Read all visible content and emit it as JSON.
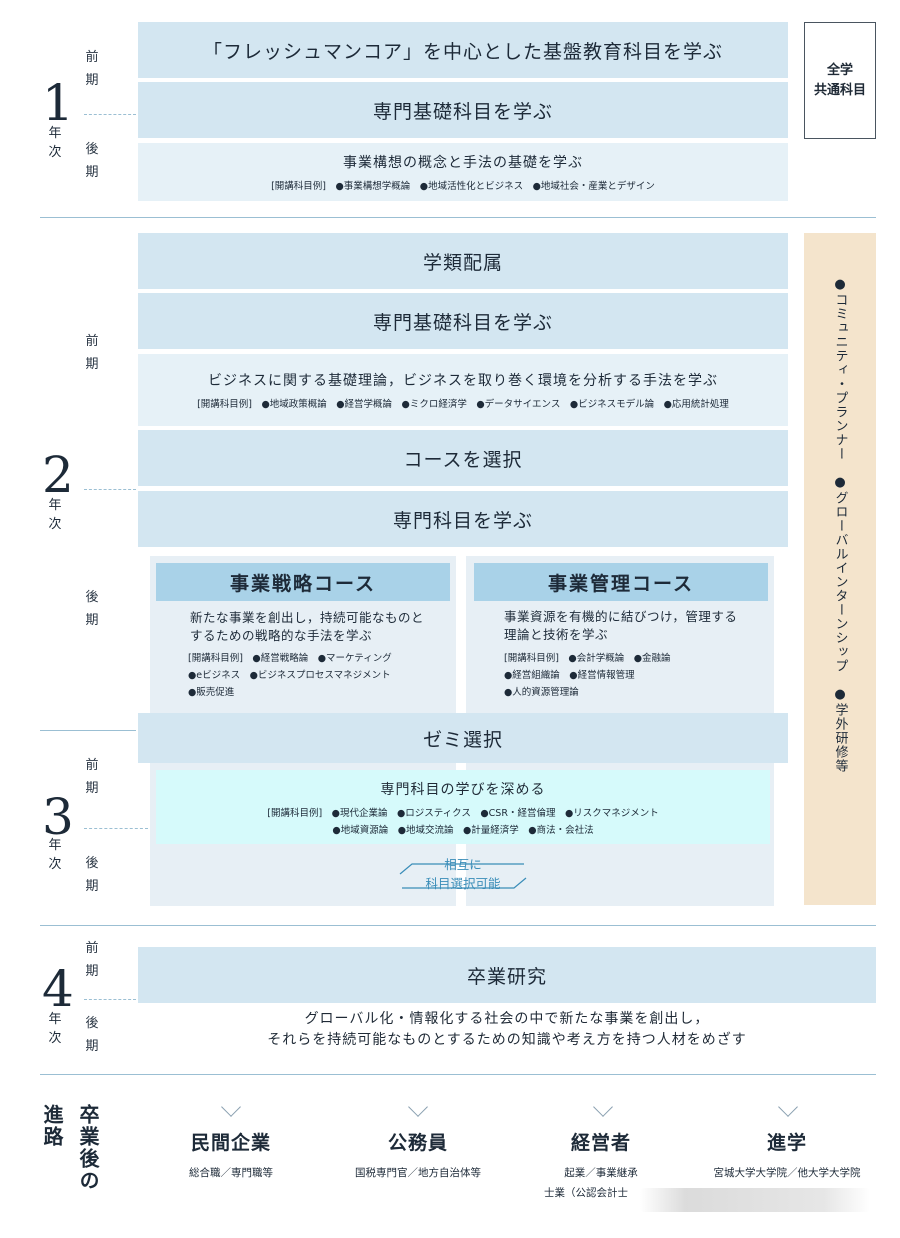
{
  "year1": {
    "num": "1",
    "label": "年次",
    "term_first": "前期",
    "term_second": "後期",
    "band1": "「フレッシュマンコア」を中心とした基盤教育科目を学ぶ",
    "band2": "専門基礎科目を学ぶ",
    "band3_title": "事業構想の概念と手法の基礎を学ぶ",
    "band3_examples": "[開講科目例]　●事業構想学概論　●地域活性化とビジネス　●地域社会・産業とデザイン",
    "side_box": "全学\n共通科目"
  },
  "year2": {
    "num": "2",
    "label": "年次",
    "term_first": "前期",
    "term_second": "後期",
    "band1": "学類配属",
    "band2": "専門基礎科目を学ぶ",
    "band3_title": "ビジネスに関する基礎理論，ビジネスを取り巻く環境を分析する手法を学ぶ",
    "band3_examples": "[開講科目例]　●地域政策概論　●経営学概論　●ミクロ経済学　●データサイエンス　●ビジネスモデル論　●応用統計処理",
    "band4": "コースを選択",
    "band5": "専門科目を学ぶ",
    "course_strategy": {
      "title": "事業戦略コース",
      "desc_line1": "新たな事業を創出し，持続可能なものと",
      "desc_line2": "するための戦略的な手法を学ぶ",
      "ex_line1": "[開講科目例]　●経営戦略論　●マーケティング",
      "ex_line2": "●eビジネス　●ビジネスプロセスマネジメント",
      "ex_line3": "●販売促進"
    },
    "course_management": {
      "title": "事業管理コース",
      "desc_line1": "事業資源を有機的に結びつけ，管理する",
      "desc_line2": "理論と技術を学ぶ",
      "ex_line1": "[開講科目例]　●会計学概論　●金融論",
      "ex_line2": "●経営組織論　●経営情報管理",
      "ex_line3": "●人的資源管理論"
    }
  },
  "side_long": {
    "item1": "●コミュニティ・プランナー",
    "item2": "●グローバルインターンシップ",
    "item3": "●学外研修等"
  },
  "year3": {
    "num": "3",
    "label": "年次",
    "term_first": "前期",
    "term_second": "後期",
    "band1": "ゼミ選択",
    "inner_title": "専門科目の学びを深める",
    "inner_ex_line1": "[開講科目例]　●現代企業論　●ロジスティクス　●CSR・経営倫理　●リスクマネジメント",
    "inner_ex_line2": "●地域資源論　●地域交流論　●計量経済学　●商法・会社法",
    "mutual_line1": "相互に",
    "mutual_line2": "科目選択可能"
  },
  "year4": {
    "num": "4",
    "label": "年次",
    "term_first": "前期",
    "term_second": "後期",
    "band1": "卒業研究",
    "goal_line1": "グローバル化・情報化する社会の中で新たな事業を創出し，",
    "goal_line2": "それらを持続可能なものとするための知識や考え方を持つ人材をめざす"
  },
  "careers": {
    "label_a": "卒業後の",
    "label_b": "進路",
    "items": [
      {
        "name": "民間企業",
        "detail1": "総合職／専門職等",
        "detail2": ""
      },
      {
        "name": "公務員",
        "detail1": "国税専門官／地方自治体等",
        "detail2": ""
      },
      {
        "name": "経営者",
        "detail1": "起業／事業継承",
        "detail2": "士業（公認会計士"
      },
      {
        "name": "進学",
        "detail1": "宮城大学大学院／他大学大学院",
        "detail2": ""
      }
    ]
  },
  "colors": {
    "band": "#d3e6f1",
    "band_light": "#e6f1f7",
    "course_head": "#a9d2e8",
    "cyan_box": "#d6fafb",
    "side_long": "#f4e4cc",
    "divider": "#9bbfd3"
  }
}
